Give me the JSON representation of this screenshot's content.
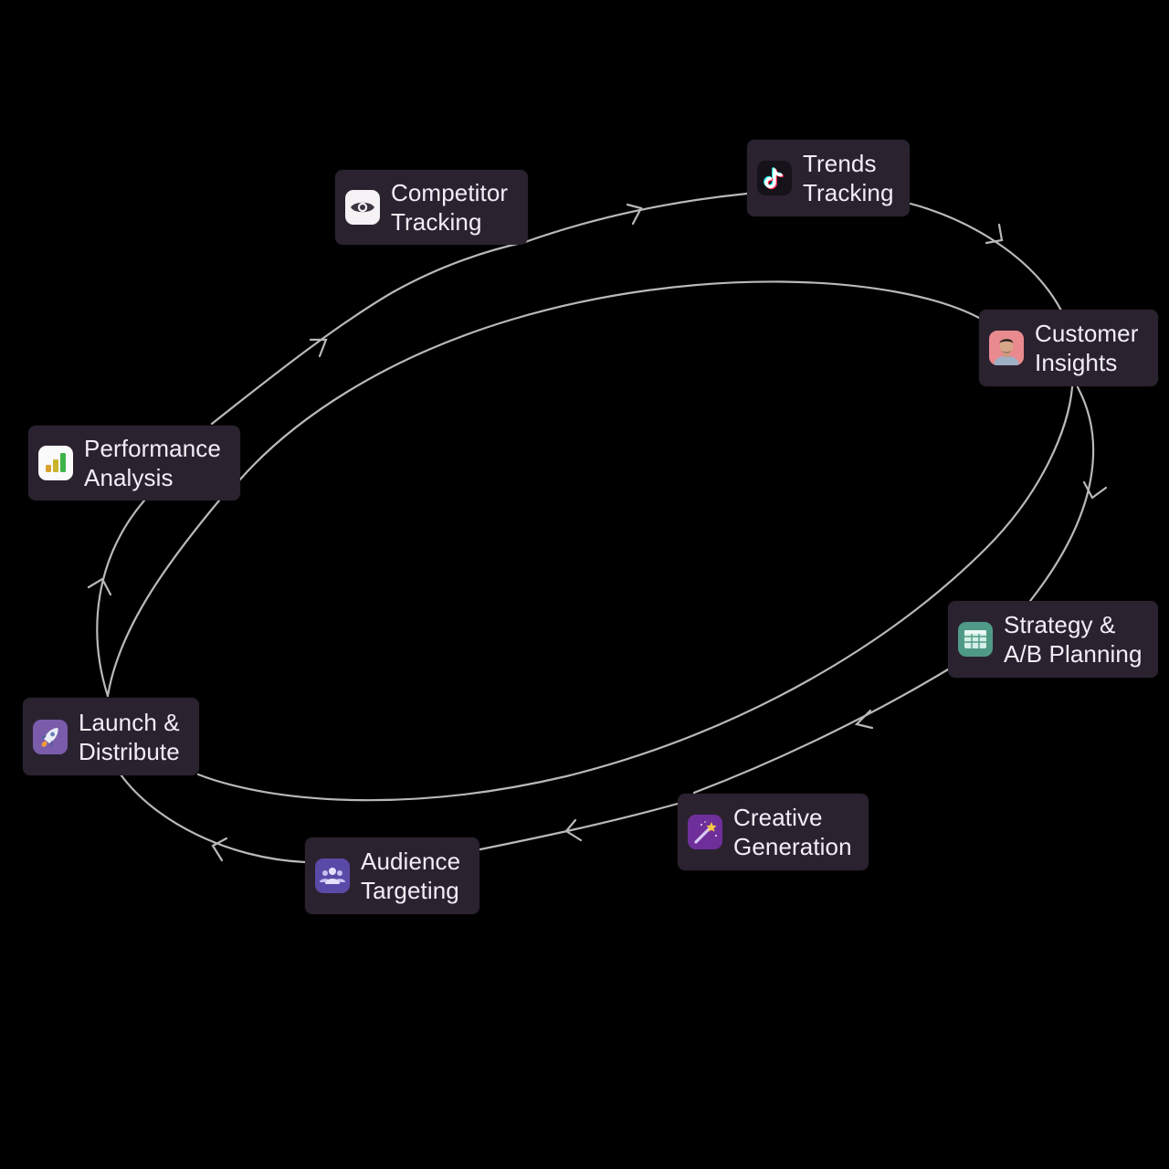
{
  "diagram": {
    "type": "cycle",
    "direction": "clockwise",
    "line_color": "#b9b9b9",
    "node_bg_color": "#2b2230",
    "text_color": "#f2eef5",
    "nodes": [
      {
        "id": "competitor-tracking",
        "label": "Competitor\nTracking",
        "icon": "eye-icon"
      },
      {
        "id": "trends-tracking",
        "label": "Trends\nTracking",
        "icon": "tiktok-icon"
      },
      {
        "id": "customer-insights",
        "label": "Customer\nInsights",
        "icon": "avatar-photo-icon"
      },
      {
        "id": "strategy-ab-planning",
        "label": "Strategy &\nA/B Planning",
        "icon": "spreadsheet-icon"
      },
      {
        "id": "creative-generation",
        "label": "Creative\nGeneration",
        "icon": "magic-wand-icon"
      },
      {
        "id": "audience-targeting",
        "label": "Audience\nTargeting",
        "icon": "people-group-icon"
      },
      {
        "id": "launch-distribute",
        "label": "Launch &\nDistribute",
        "icon": "rocket-icon"
      },
      {
        "id": "performance-analysis",
        "label": "Performance\nAnalysis",
        "icon": "bar-chart-icon"
      }
    ],
    "edges": [
      {
        "from": "performance-analysis",
        "to": "competitor-tracking"
      },
      {
        "from": "competitor-tracking",
        "to": "trends-tracking"
      },
      {
        "from": "trends-tracking",
        "to": "customer-insights"
      },
      {
        "from": "customer-insights",
        "to": "strategy-ab-planning"
      },
      {
        "from": "strategy-ab-planning",
        "to": "creative-generation"
      },
      {
        "from": "creative-generation",
        "to": "audience-targeting"
      },
      {
        "from": "audience-targeting",
        "to": "launch-distribute"
      },
      {
        "from": "launch-distribute",
        "to": "performance-analysis"
      },
      {
        "from": "customer-insights",
        "to": "launch-distribute",
        "kind": "inner-loop"
      }
    ]
  }
}
